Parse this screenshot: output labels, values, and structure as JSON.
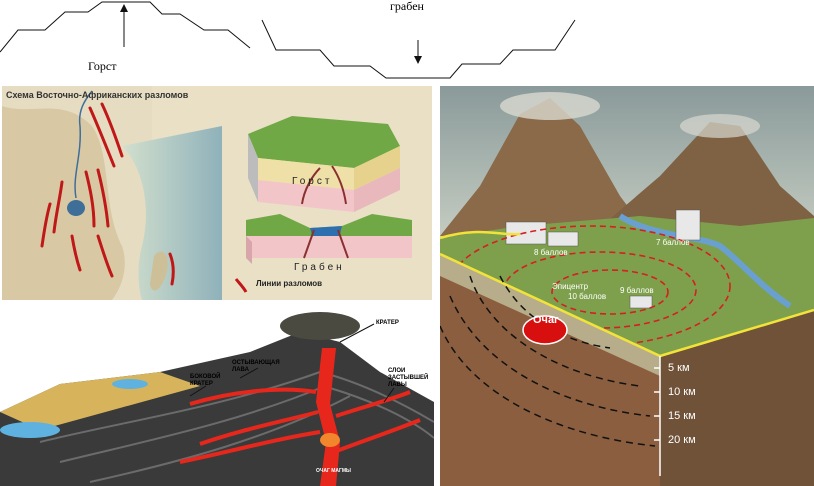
{
  "top_sketch": {
    "horst_label": "Горст",
    "graben_label": "грабен"
  },
  "rift_map": {
    "title": "Схема Восточно-Африканских разломов",
    "horst_block_label": "Горст",
    "graben_block_label": "Грабен",
    "legend_label": "Линии разломов",
    "colors": {
      "fault": "#c01818",
      "block_pink": "#f2c6c9",
      "grass": "#6fa845"
    }
  },
  "volcano": {
    "crater_label": "КРАТЕР",
    "side_crater_label": "БОКОВОЙ КРАТЕР",
    "cooling_lava_label": "ОСТЫВАЮЩАЯ ЛАВА",
    "lava_layers_label": "СЛОИ ЗАСТЫВШЕЙ ЛАВЫ",
    "magma_label": "ОЧАГ МАГМЫ",
    "colors": {
      "lava": "#e8271c",
      "layers": "#3a3a3a"
    }
  },
  "earthquake": {
    "focus_label": "Очаг",
    "epicenter_label": "Эпицентр",
    "intensity_labels": [
      "10 баллов",
      "9 баллов",
      "8 баллов",
      "7 баллов"
    ],
    "depth_labels": [
      "5 км",
      "10 км",
      "15 км",
      "20 км"
    ],
    "colors": {
      "isoline": "#d42020",
      "focus": "#d80f0f",
      "surface_edge": "#f2e33a"
    }
  }
}
